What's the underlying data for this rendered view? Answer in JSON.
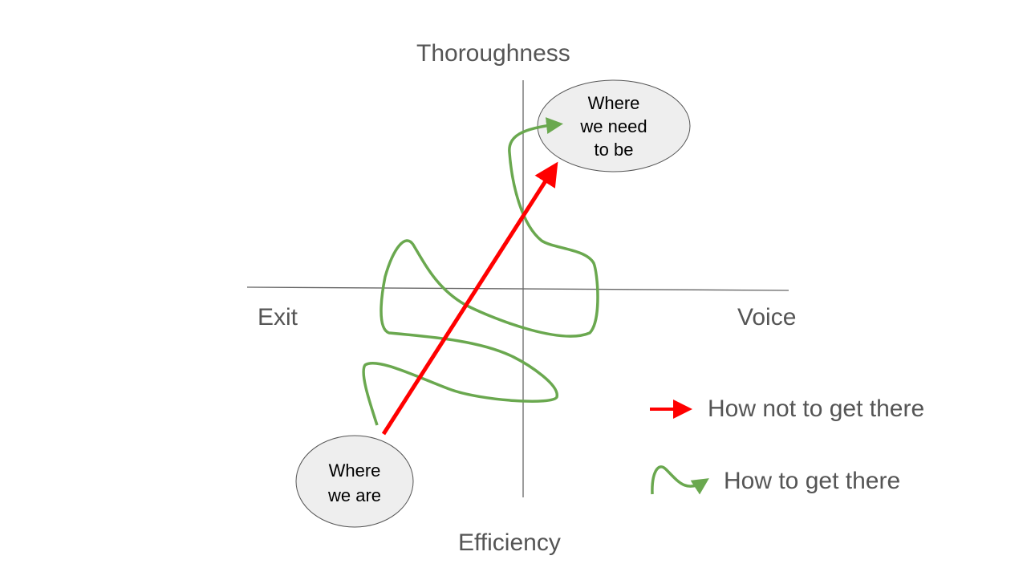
{
  "axes": {
    "top": "Thoroughness",
    "bottom": "Efficiency",
    "left": "Exit",
    "right": "Voice"
  },
  "bubbles": {
    "target": [
      "Where",
      "we need",
      "to be"
    ],
    "start": [
      "Where",
      "we are"
    ]
  },
  "legend": {
    "red": "How not to get there",
    "green": "How to get there"
  },
  "colors": {
    "red": "#ff0000",
    "green": "#6aa84f",
    "axis": "#666666",
    "bubble_fill": "#eeeeee"
  }
}
